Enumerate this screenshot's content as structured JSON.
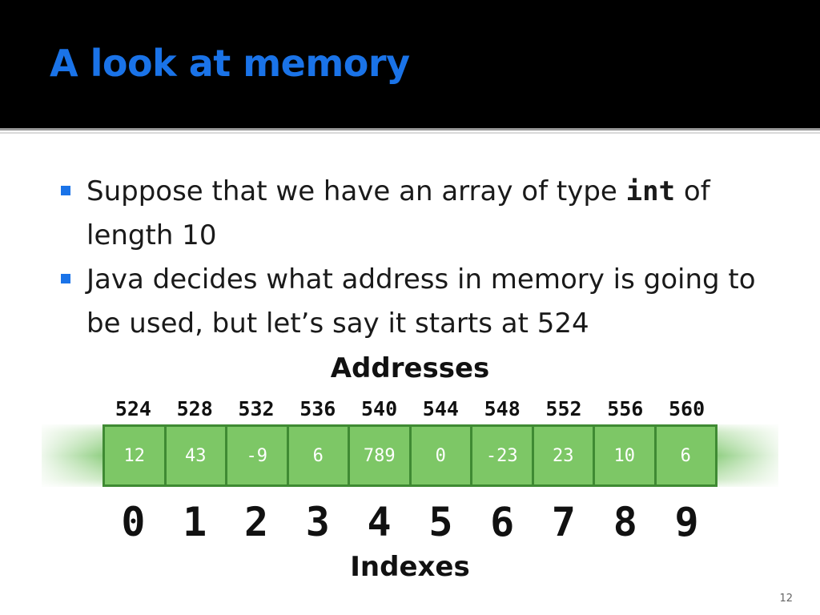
{
  "slide": {
    "title": "A look at memory",
    "bullets": [
      {
        "before_code": "Suppose that we have an array of type ",
        "code": "int",
        "after_code": " of length 10"
      },
      {
        "text": "Java decides what address in memory is going to be used, but let’s say it starts at 524"
      }
    ],
    "addresses_label": "Addresses",
    "indexes_label": "Indexes",
    "page_number": "12"
  },
  "memory": {
    "addresses": [
      "524",
      "528",
      "532",
      "536",
      "540",
      "544",
      "548",
      "552",
      "556",
      "560"
    ],
    "values": [
      "12",
      "43",
      "-9",
      "6",
      "789",
      "0",
      "-23",
      "23",
      "10",
      "6"
    ],
    "indexes": [
      "0",
      "1",
      "2",
      "3",
      "4",
      "5",
      "6",
      "7",
      "8",
      "9"
    ]
  },
  "colors": {
    "title": "#1a73e8",
    "bullet_marker": "#1a73e8",
    "cell_fill": "#7dc766",
    "cell_border": "#3f8a33",
    "header_background": "#000000"
  }
}
